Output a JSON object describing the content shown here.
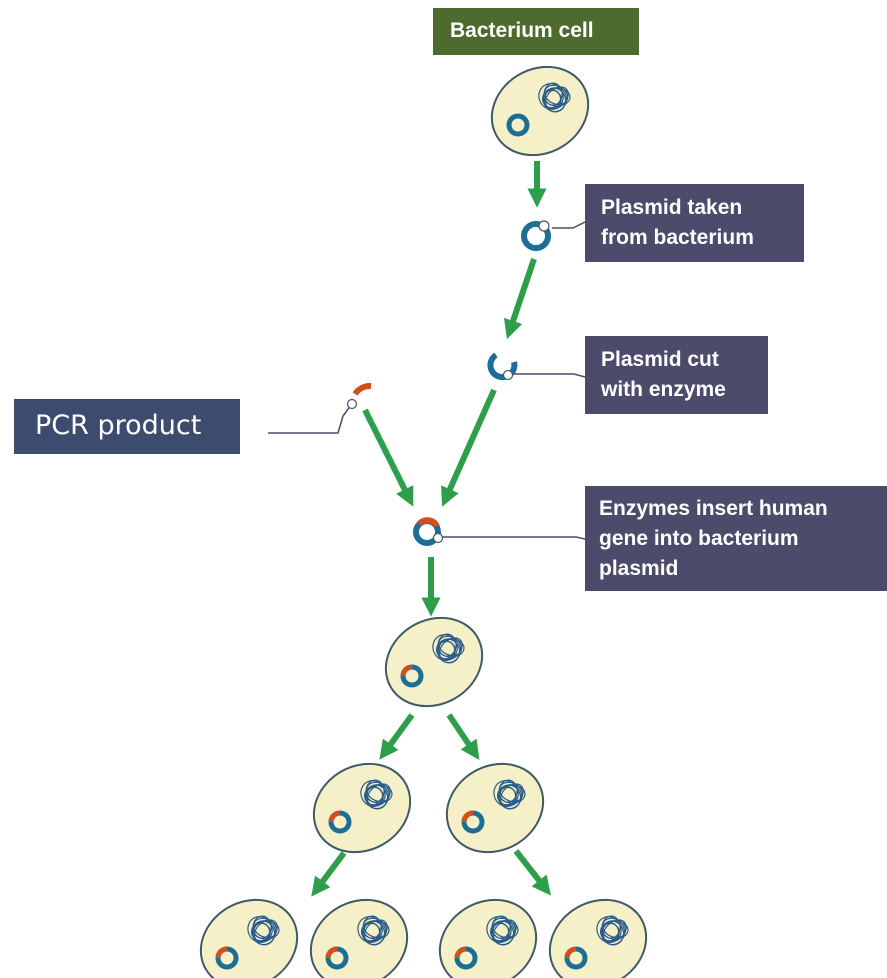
{
  "diagram": {
    "title": "Bacterium cell",
    "labels": {
      "plasmid_taken": "Plasmid taken\nfrom bacterium",
      "plasmid_cut": "Plasmid cut\nwith enzyme",
      "enzymes_insert": "Enzymes insert human\ngene into bacterium\nplasmid",
      "pcr_product": "PCR product"
    }
  },
  "colors": {
    "cell_fill": "#f5f0c8",
    "cell_stroke": "#3d5a66",
    "plasmid_blue": "#1d6e94",
    "human_gene_orange": "#d2501e",
    "arrow_green": "#2e9e4a",
    "title_box": "#4d6b2f",
    "label_box": "#4d4b6b",
    "pcr_box": "#3d4b6e"
  },
  "icons": {
    "cell": "bacterium-cell-icon",
    "plasmid": "plasmid-ring-icon",
    "chromosome": "dna-tangle-icon"
  }
}
